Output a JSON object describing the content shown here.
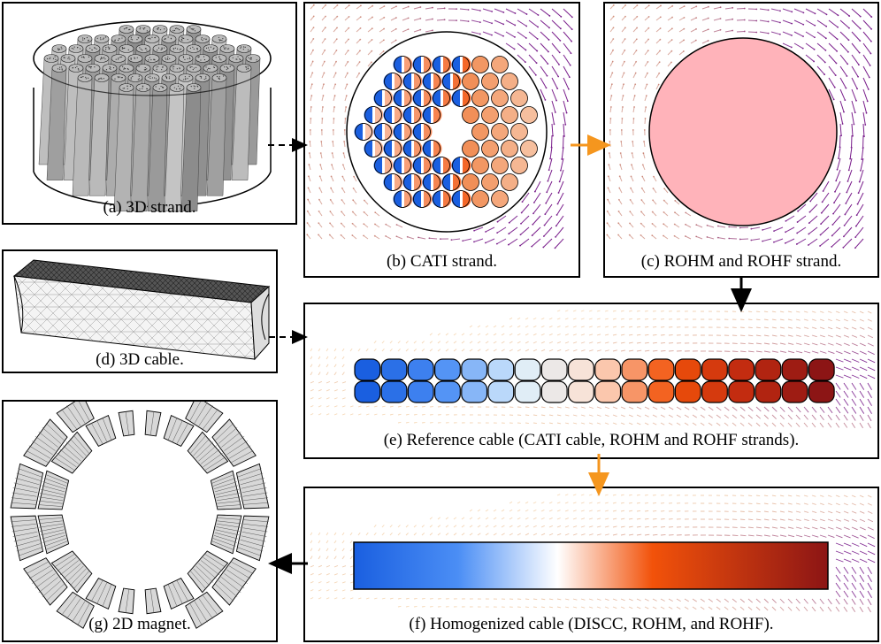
{
  "panels": {
    "a": {
      "caption": "(a) 3D strand."
    },
    "b": {
      "caption": "(b) CATI strand."
    },
    "c": {
      "caption": "(c) ROHM and ROHF strand."
    },
    "d": {
      "caption": "(d) 3D cable."
    },
    "e": {
      "caption": "(e) Reference cable (CATI cable, ROHM and ROHF strands)."
    },
    "f": {
      "caption": "(f) Homogenized cable (DISCC, ROHM, and ROHF)."
    },
    "g": {
      "caption": "(g) 2D magnet."
    }
  },
  "colors": {
    "arrow_black": "#000000",
    "arrow_orange": "#f5961e",
    "strand_fill": "#ffb3ba",
    "cable_blue": "#1a5fe0",
    "cable_white": "#ffffff",
    "cable_orange": "#f2520a",
    "cable_dark": "#8c1515",
    "field_purple": "#7a1f8c",
    "field_orange": "#f0a030"
  }
}
